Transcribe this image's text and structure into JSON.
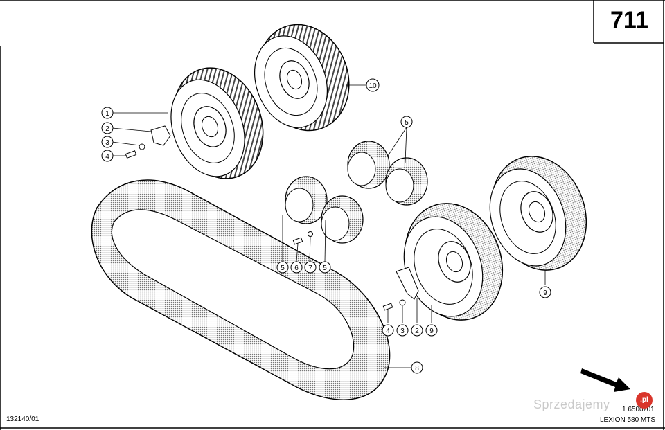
{
  "sheet": {
    "page_number": "711",
    "drawing_ref_left": "132140/01",
    "drawing_ref_right": "1 6500z01",
    "model": "LEXION 580 MTS"
  },
  "callouts": [
    {
      "id": "c1",
      "label": "1"
    },
    {
      "id": "c2",
      "label": "2"
    },
    {
      "id": "c3",
      "label": "3"
    },
    {
      "id": "c4",
      "label": "4"
    },
    {
      "id": "c10",
      "label": "10"
    },
    {
      "id": "c5a",
      "label": "5"
    },
    {
      "id": "c5b",
      "label": "5"
    },
    {
      "id": "c6",
      "label": "6"
    },
    {
      "id": "c7",
      "label": "7"
    },
    {
      "id": "c5c",
      "label": "5"
    },
    {
      "id": "c9a",
      "label": "9"
    },
    {
      "id": "c4b",
      "label": "4"
    },
    {
      "id": "c3b",
      "label": "3"
    },
    {
      "id": "c2b",
      "label": "2"
    },
    {
      "id": "c9b",
      "label": "9"
    },
    {
      "id": "c8",
      "label": "8"
    }
  ],
  "watermark": {
    "text": "Sprzedajemy",
    "badge": ".pl"
  }
}
